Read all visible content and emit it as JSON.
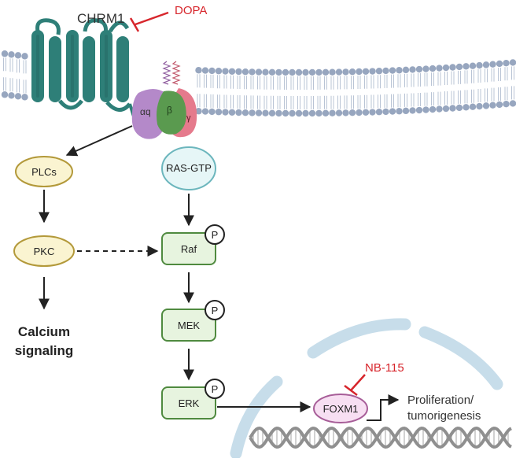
{
  "receptor": {
    "label": "CHRM1"
  },
  "inhibitors": {
    "dopa": "DOPA",
    "nb115": "NB-115"
  },
  "g_protein": {
    "alpha": "αq",
    "beta": "β",
    "gamma": "γ"
  },
  "nodes": {
    "plcs": "PLCs",
    "pkc": "PKC",
    "calcium_line1": "Calcium",
    "calcium_line2": "signaling",
    "ras_gtp": "RAS-GTP",
    "raf": "Raf",
    "mek": "MEK",
    "erk": "ERK",
    "foxm1": "FOXM1",
    "outcome_line1": "Proliferation/",
    "outcome_line2": "tumorigenesis"
  },
  "phospho_label": "P",
  "colors": {
    "membrane_head": "#97a6bf",
    "membrane_tail": "#b9c4d5",
    "receptor": "#2e7f78",
    "receptor_dark": "#1f5f59",
    "alpha": "#b489c9",
    "beta": "#5a9a4f",
    "gamma": "#e57a8c",
    "inhibitor": "#d7262c",
    "plc_fill": "#faf4d1",
    "plc_stroke": "#b3993a",
    "ras_fill": "#e6f6f7",
    "ras_stroke": "#6cb6bd",
    "kinase_fill": "#e7f4df",
    "kinase_stroke": "#4f8a3f",
    "foxm1_fill": "#f7dff2",
    "foxm1_stroke": "#a75d98",
    "nucleus": "#c7ddea",
    "dna": "#8f8f8f"
  }
}
